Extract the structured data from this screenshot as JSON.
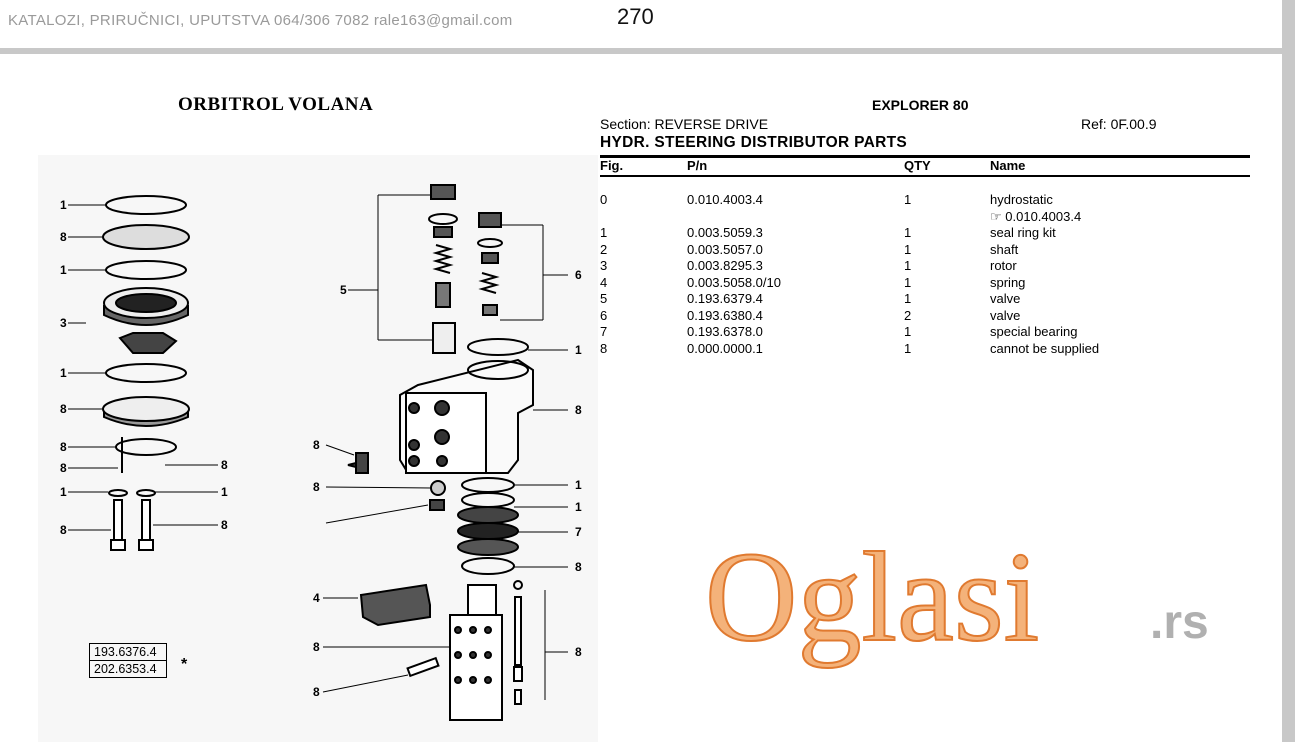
{
  "header": {
    "text": "KATALOZI, PRIRUČNICI, UPUTSTVA  064/306 7082  rale163@gmail.com",
    "page_number": "270"
  },
  "diagram": {
    "title": "ORBITROL VOLANA",
    "callouts_left": [
      "1",
      "8",
      "1",
      "3",
      "1",
      "8",
      "8",
      "8",
      "1",
      "1",
      "8",
      "8"
    ],
    "callouts_right_side": [
      "5",
      "6",
      "1",
      "8",
      "8",
      "8",
      "8",
      "1",
      "1",
      "7",
      "8",
      "4",
      "8",
      "8",
      "8"
    ],
    "part_numbers": [
      "193.6376.4",
      "202.6353.4"
    ],
    "star": "*"
  },
  "doc": {
    "model": "EXPLORER 80",
    "section": "Section: REVERSE DRIVE",
    "ref": "Ref: 0F.00.9",
    "title": "HYDR. STEERING DISTRIBUTOR PARTS",
    "columns": {
      "fig": "Fig.",
      "pn": "P/n",
      "qty": "QTY",
      "name": "Name"
    },
    "rows": [
      {
        "fig": "0",
        "pn": "0.010.4003.4",
        "qty": "1",
        "name": "hydrostatic"
      },
      {
        "fig": "",
        "pn": "",
        "qty": "",
        "name": ""
      },
      {
        "fig": "1",
        "pn": "0.003.5059.3",
        "qty": "1",
        "name": "seal ring kit"
      },
      {
        "fig": "2",
        "pn": "0.003.5057.0",
        "qty": "1",
        "name": "shaft"
      },
      {
        "fig": "3",
        "pn": "0.003.8295.3",
        "qty": "1",
        "name": "rotor"
      },
      {
        "fig": "4",
        "pn": "0.003.5058.0/10",
        "qty": "1",
        "name": "spring"
      },
      {
        "fig": "5",
        "pn": "0.193.6379.4",
        "qty": "1",
        "name": "valve"
      },
      {
        "fig": "6",
        "pn": "0.193.6380.4",
        "qty": "2",
        "name": "valve"
      },
      {
        "fig": "7",
        "pn": "0.193.6378.0",
        "qty": "1",
        "name": "special bearing"
      },
      {
        "fig": "8",
        "pn": "0.000.0000.1",
        "qty": "1",
        "name": "cannot be supplied"
      }
    ],
    "sub_reference": "☞ 0.010.4003.4"
  },
  "watermark": {
    "text": "Oglasi",
    "suffix": ".rs",
    "color": "#f0a060"
  }
}
